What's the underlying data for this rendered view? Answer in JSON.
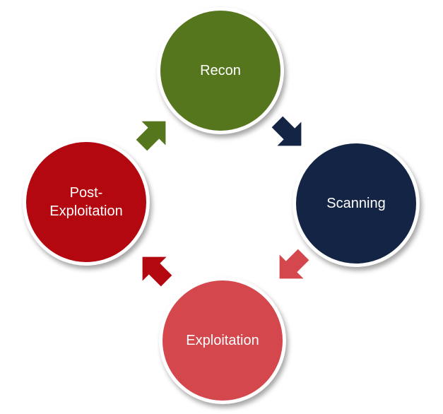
{
  "diagram": {
    "type": "cycle",
    "nodes": [
      {
        "id": "recon",
        "lines": [
          "Recon"
        ],
        "color": "#56761e"
      },
      {
        "id": "scanning",
        "lines": [
          "Scanning"
        ],
        "color": "#142445"
      },
      {
        "id": "exploitation",
        "lines": [
          "Exploitation"
        ],
        "color": "#d3474d"
      },
      {
        "id": "post-exploitation",
        "lines": [
          "Post-",
          "Exploitation"
        ],
        "color": "#b3080f"
      }
    ],
    "edges": [
      {
        "from": "recon",
        "to": "scanning",
        "color": "#142445"
      },
      {
        "from": "scanning",
        "to": "exploitation",
        "color": "#d3474d"
      },
      {
        "from": "exploitation",
        "to": "post-exploitation",
        "color": "#b3080f"
      },
      {
        "from": "post-exploitation",
        "to": "recon",
        "color": "#56761e"
      }
    ]
  }
}
